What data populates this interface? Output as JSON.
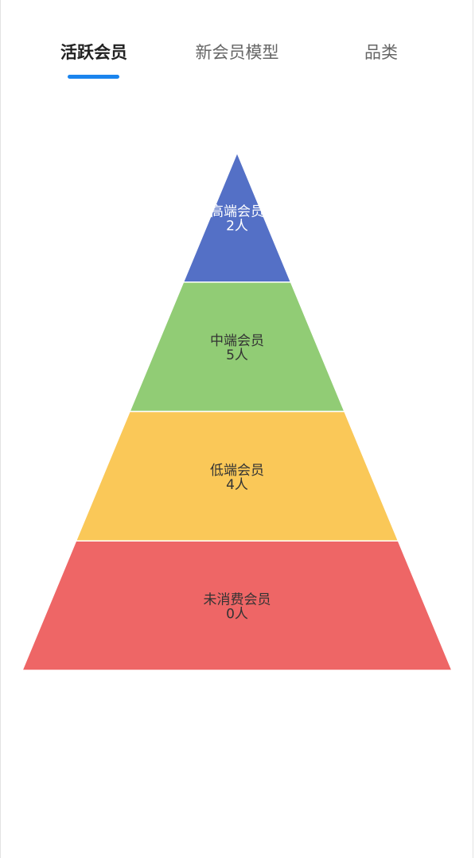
{
  "tabs": [
    {
      "label": "活跃会员",
      "active": true
    },
    {
      "label": "新会员模型",
      "active": false
    },
    {
      "label": "品类",
      "active": false
    }
  ],
  "accent_color": "#1a84ee",
  "chart_data": {
    "type": "funnel",
    "title": "",
    "levels": [
      {
        "name": "高端会员",
        "value": 2,
        "value_label": "2人",
        "color": "#5470c6"
      },
      {
        "name": "中端会员",
        "value": 5,
        "value_label": "5人",
        "color": "#91cc75"
      },
      {
        "name": "低端会员",
        "value": 4,
        "value_label": "4人",
        "color": "#fac858"
      },
      {
        "name": "未消费会员",
        "value": 0,
        "value_label": "0人",
        "color": "#ee6666"
      }
    ]
  }
}
